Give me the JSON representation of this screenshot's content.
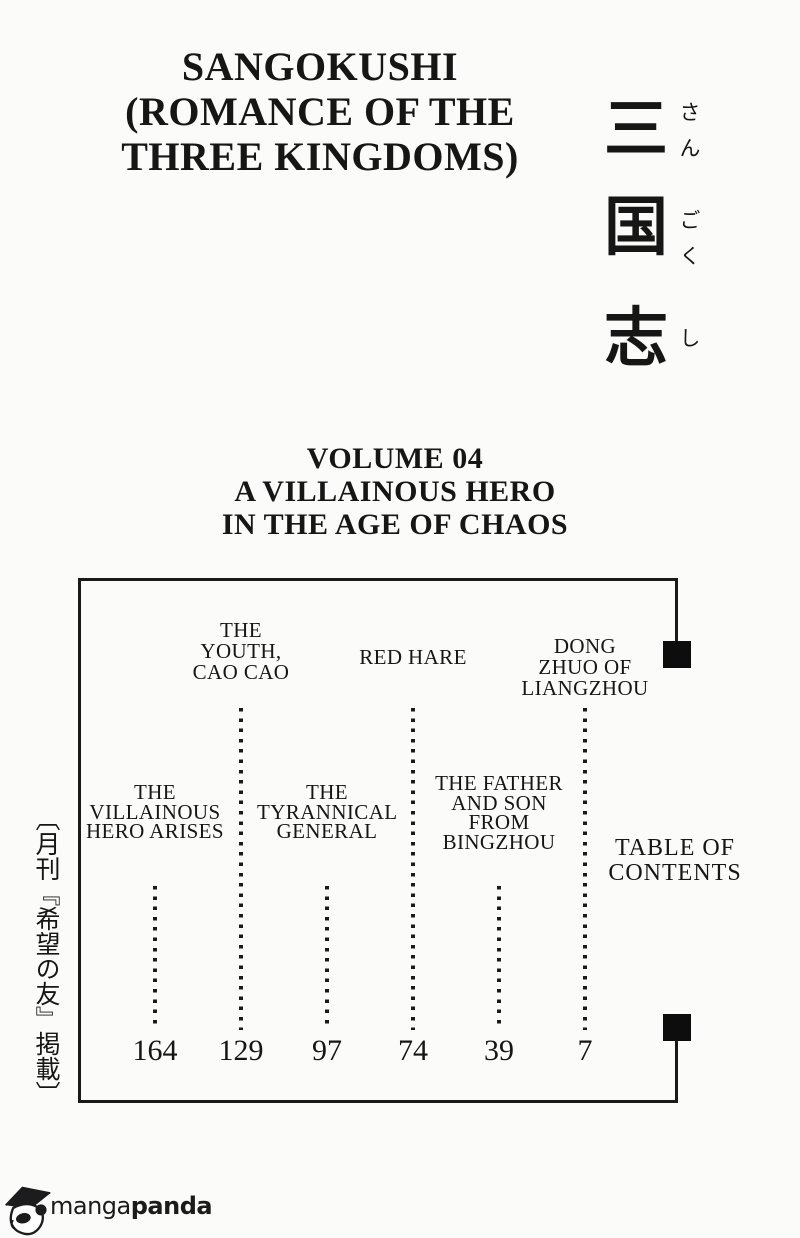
{
  "colors": {
    "ink": "#161616",
    "frame": "#1a1a1a",
    "background": "#fbfbfa"
  },
  "header": {
    "title": "SANGOKUSHI\n(ROMANCE OF THE\nTHREE KINGDOMS)",
    "jp_title": {
      "kanji": [
        "三",
        "国",
        "志"
      ],
      "furigana": [
        "さん",
        "ごく",
        "し"
      ]
    }
  },
  "volume": {
    "title": "VOLUME 04\nA VILLAINOUS HERO\nIN THE AGE OF CHAOS"
  },
  "toc": {
    "label": "TABLE OF\nCONTENTS",
    "chapters": [
      {
        "title": "THE\nVILLAINOUS\nHERO ARISES",
        "page": "164",
        "row": "lower"
      },
      {
        "title": "THE\nYOUTH,\nCAO CAO",
        "page": "129",
        "row": "upper"
      },
      {
        "title": "THE\nTYRANNICAL\nGENERAL",
        "page": "97",
        "row": "lower"
      },
      {
        "title": "RED HARE",
        "page": "74",
        "row": "upper"
      },
      {
        "title": "THE FATHER\nAND SON\nFROM\nBINGZHOU",
        "page": "39",
        "row": "lower"
      },
      {
        "title": "DONG\nZHUO OF\nLIANGZHOU",
        "page": "7",
        "row": "upper"
      }
    ]
  },
  "side_note": "〔月刊『希望の友』掲載〕",
  "watermark": {
    "brand_regular": "manga",
    "brand_bold": "panda"
  }
}
